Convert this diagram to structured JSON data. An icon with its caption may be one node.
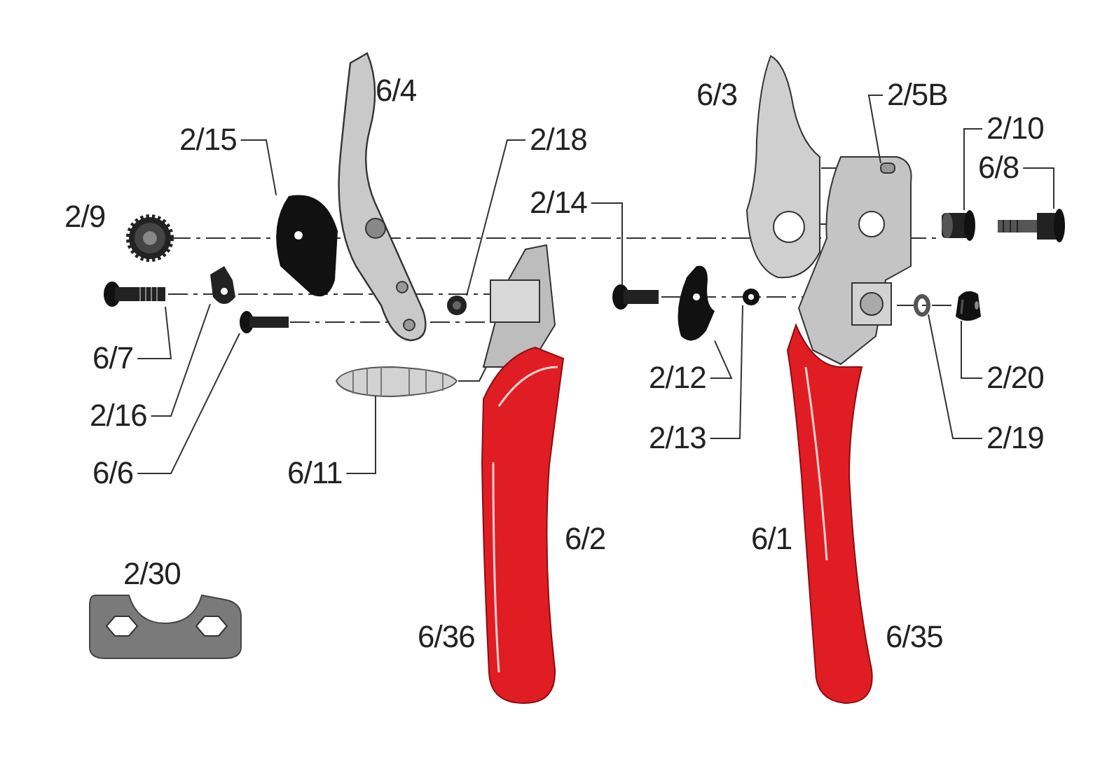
{
  "diagram": {
    "nodes": [
      {
        "text": [
          "2/15"
        ]
      },
      {
        "text": [
          "2/18"
        ]
      },
      {
        "text": [
          "2/14"
        ]
      },
      {
        "text": [
          "6/7"
        ]
      },
      {
        "text": [
          "2/16"
        ]
      },
      {
        "text": [
          "6/6"
        ]
      },
      {
        "text": [
          "6/11"
        ]
      },
      {
        "text": [
          "2/5B"
        ]
      },
      {
        "text": [
          "2/10"
        ]
      },
      {
        "text": [
          "6/8"
        ]
      },
      {
        "text": [
          "2/12"
        ]
      },
      {
        "text": [
          "2/13"
        ]
      },
      {
        "text": [
          "2/20"
        ]
      },
      {
        "text": [
          "2/19"
        ]
      },
      {
        "text": [],
        "shape": "picture"
      },
      {
        "text": [],
        "shape": "picture"
      },
      {
        "text": [],
        "shape": "picture"
      },
      {
        "text": [],
        "shape": "picture"
      },
      {
        "text": [],
        "shape": "picture"
      },
      {
        "text": [],
        "shape": "picture"
      },
      {
        "text": [],
        "shape": "picture"
      },
      {
        "text": [],
        "shape": "box"
      },
      {
        "text": [],
        "shape": "picture"
      },
      {
        "text": [],
        "shape": "picture"
      },
      {
        "text": [],
        "shape": "picture"
      },
      {
        "text": [],
        "shape": "picture"
      },
      {
        "text": [],
        "shape": "picture"
      },
      {
        "text": [],
        "shape": "circle"
      }
    ],
    "edges": [
      {
        "from": 0,
        "to": 14,
        "arrow": "none"
      },
      {
        "from": 1,
        "to": 15,
        "arrow": "none"
      },
      {
        "from": 2,
        "to": 16,
        "arrow": "none"
      },
      {
        "from": 3,
        "to": 17,
        "arrow": "none"
      },
      {
        "from": 4,
        "to": 18,
        "arrow": "none"
      },
      {
        "from": 5,
        "to": 19,
        "arrow": "none"
      },
      {
        "from": 6,
        "to": 20,
        "arrow": "none"
      },
      {
        "from": 7,
        "to": 21,
        "arrow": "none"
      },
      {
        "from": 8,
        "to": 22,
        "arrow": "none"
      },
      {
        "from": 9,
        "to": 23,
        "arrow": "none"
      },
      {
        "from": 10,
        "to": 24,
        "arrow": "none"
      },
      {
        "from": 11,
        "to": 25,
        "arrow": "none"
      },
      {
        "from": 12,
        "to": 26,
        "arrow": "none"
      },
      {
        "from": 13,
        "to": 27,
        "arrow": "none"
      }
    ],
    "labels": [
      "6/4",
      "2/9",
      "6/3",
      "6/2",
      "6/1",
      "6/36",
      "6/35",
      "2/30"
    ]
  }
}
